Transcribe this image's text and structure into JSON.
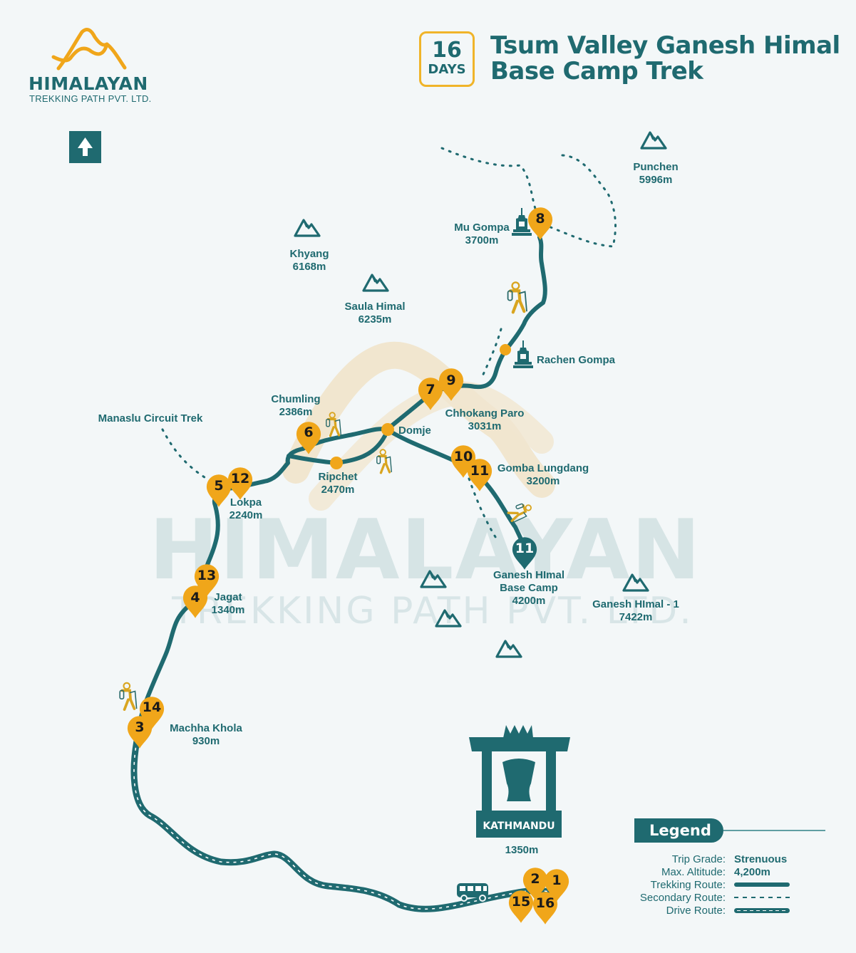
{
  "brand": {
    "name": "HIMALAYAN",
    "subtitle": "TREKKING PATH PVT. LTD.",
    "colors": {
      "primary": "#1f6a70",
      "accent": "#f0a61a",
      "background": "#f3f7f8",
      "watermark_sand": "#f1e6cf"
    }
  },
  "header": {
    "days_number": "16",
    "days_label": "DAYS",
    "title_line1": "Tsum Valley Ganesh Himal",
    "title_line2": "Base Camp Trek"
  },
  "north_arrow": {
    "icon": "north-arrow-icon"
  },
  "watermark": {
    "line1": "HIMALAYAN",
    "line2": "TREKKING PATH PVT. LTD."
  },
  "peaks": [
    {
      "name": "Punchen",
      "altitude": "5996m"
    },
    {
      "name": "Khyang",
      "altitude": "6168m"
    },
    {
      "name": "Saula Himal",
      "altitude": "6235m"
    },
    {
      "name": "Ganesh HImal - 1",
      "altitude": "7422m"
    }
  ],
  "places": {
    "mu_gompa": {
      "name": "Mu Gompa",
      "altitude": "3700m"
    },
    "rachen_gompa": {
      "name": "Rachen Gompa"
    },
    "chhokang_paro": {
      "name": "Chhokang Paro",
      "altitude": "3031m"
    },
    "domje": {
      "name": "Domje"
    },
    "chumling": {
      "name": "Chumling",
      "altitude": "2386m"
    },
    "ripchet": {
      "name": "Ripchet",
      "altitude": "2470m"
    },
    "gomba_lungdang": {
      "name": "Gomba Lungdang",
      "altitude": "3200m"
    },
    "ganesh_bc": {
      "line1": "Ganesh HImal",
      "line2": "Base Camp",
      "altitude": "4200m"
    },
    "lokpa": {
      "name": "Lokpa",
      "altitude": "2240m"
    },
    "manaslu": {
      "name": "Manaslu Circuit Trek"
    },
    "jagat": {
      "name": "Jagat",
      "altitude": "1340m"
    },
    "machha_khola": {
      "name": "Machha Khola",
      "altitude": "930m"
    },
    "kathmandu": {
      "name": "KATHMANDU",
      "altitude": "1350m"
    }
  },
  "pins": {
    "p8": "8",
    "p7": "7",
    "p9": "9",
    "p6": "6",
    "p5": "5",
    "p12": "12",
    "p10": "10",
    "p11": "11",
    "p11bc": "11",
    "p13": "13",
    "p4": "4",
    "p14": "14",
    "p3": "3",
    "p2": "2",
    "p1": "1",
    "p15": "15",
    "p16": "16"
  },
  "legend": {
    "title": "Legend",
    "rows": [
      {
        "key": "Trip Grade:",
        "value": "Strenuous"
      },
      {
        "key": "Max. Altitude:",
        "value": "4,200m"
      },
      {
        "key": "Trekking Route:",
        "swatch": "solid"
      },
      {
        "key": "Secondary Route:",
        "swatch": "dashed"
      },
      {
        "key": "Drive Route:",
        "swatch": "road"
      }
    ]
  }
}
